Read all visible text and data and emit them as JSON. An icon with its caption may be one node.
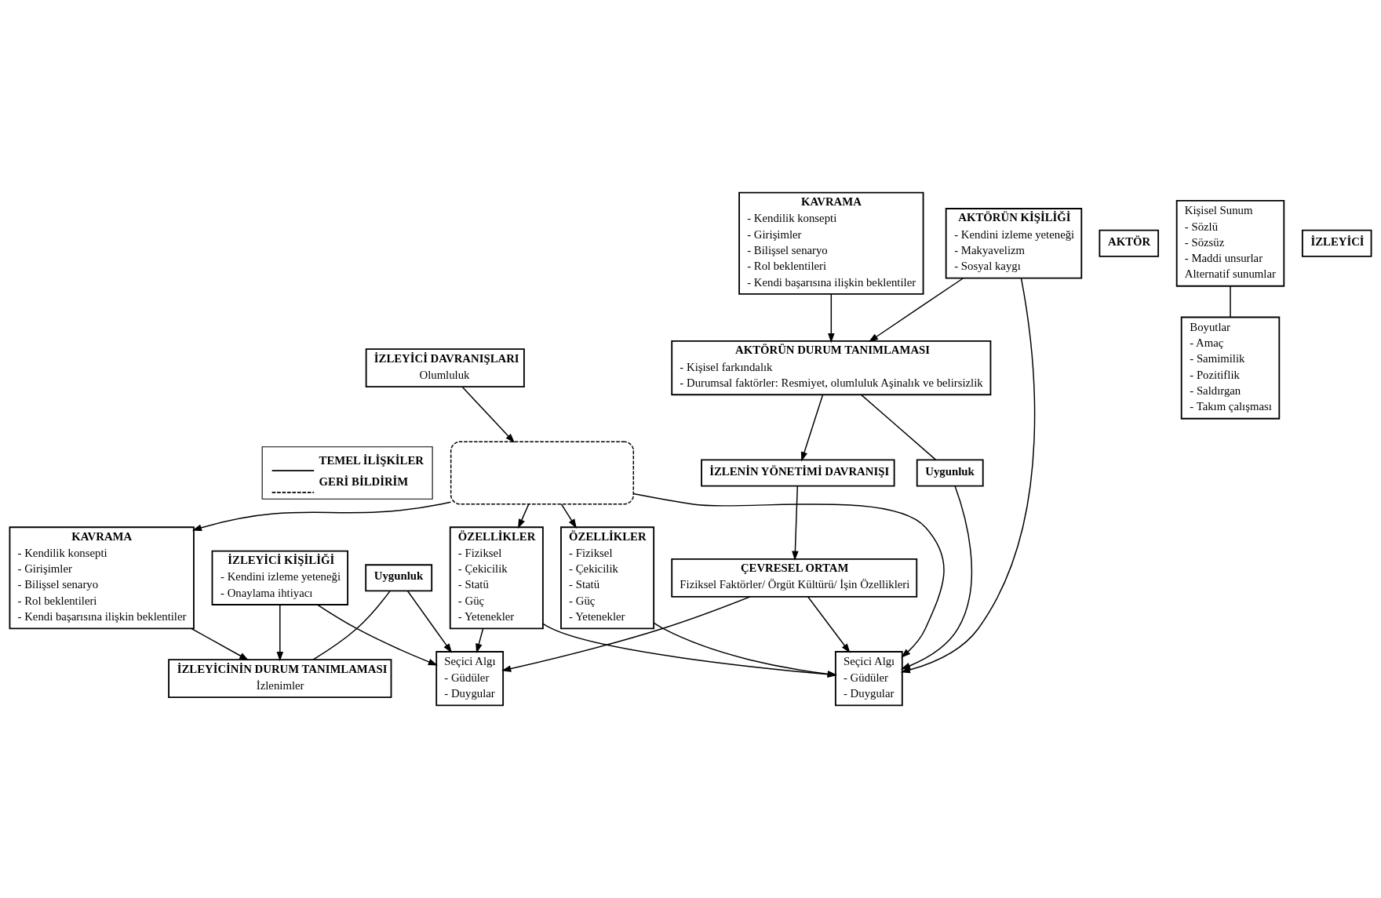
{
  "diagram": {
    "nodes": [
      {
        "text": [
          "ÇEVRESEL ORTAM",
          "Fiziksel Faktörler/ Örgüt Kültürü/ İşin Özellikleri"
        ]
      },
      {
        "text": [],
        "shape": "box"
      },
      {
        "text": [
          "ÖZELLİKLER",
          "- Fiziksel",
          "- Çekicilik",
          "- Statü",
          "- Güç",
          "- Yetenekler"
        ]
      },
      {
        "text": [
          "AKTÖR"
        ]
      },
      {
        "text": [
          "KAVRAMA",
          "- Kendilik konsepti",
          "- Girişimler",
          "- Bilişsel senaryo",
          "- Rol beklentileri",
          "- Kendi başarısına ilişkin beklentiler"
        ]
      },
      {
        "text": [
          "Seçici Algı",
          "- Güdüler",
          "- Duygular"
        ]
      },
      {
        "text": [
          "AKTÖRÜN KİŞİLİĞİ",
          "- Kendini izleme yeteneği",
          "- Makyavelizm",
          "- Sosyal kaygı"
        ]
      },
      {
        "text": [
          "İZLENİN YÖNETİMİ DAVRANIŞI"
        ]
      },
      {
        "text": [
          "Kişisel Sunum",
          "- Sözlü",
          "- Sözsüz",
          "- Maddi unsurlar",
          "Alternatif sunumlar"
        ]
      },
      {
        "text": [
          "Boyutlar",
          "- Amaç",
          "- Samimilik",
          "- Pozitiflik",
          "- Saldırgan",
          "- Takım çalışması"
        ]
      },
      {
        "text": [
          "AKTÖRÜN DURUM TANIMLAMASI",
          "- Kişisel farkındalık",
          "- Durumsal faktörler: Resmiyet, olumluluk Aşinalık ve belirsizlik"
        ]
      },
      {
        "text": [
          "Uygunluk"
        ]
      },
      {
        "text": [
          "İZLEYİCİ KİŞİLİĞİ",
          "- Kendini izleme yeteneği",
          "- Onaylama ihtiyacı"
        ]
      },
      {
        "text": [
          "Seçici Algı",
          "- Güdüler",
          "- Duygular"
        ]
      },
      {
        "text": [
          "KAVRAMA",
          "- Kendilik konsepti",
          "- Girişimler",
          "- Bilişsel senaryo",
          "- Rol beklentileri",
          "- Kendi başarısına ilişkin beklentiler"
        ]
      },
      {
        "text": [
          "İZLEYİCİNİN DURUM TANIMLAMASI",
          "İzlenimler"
        ]
      },
      {
        "text": [
          "Uygunluk"
        ]
      },
      {
        "text": [
          "İZLEYİCİ"
        ]
      },
      {
        "text": [
          "ÖZELLİKLER",
          "- Fiziksel",
          "- Çekicilik",
          "- Statü",
          "- Güç",
          "- Yetenekler"
        ]
      },
      {
        "text": [
          "İZLEYİCİ DAVRANIŞLARI",
          "Olumluluk"
        ]
      }
    ],
    "edges": [
      {
        "from": 0,
        "to": 5,
        "arrow": "to"
      },
      {
        "from": 0,
        "to": 13,
        "arrow": "to"
      },
      {
        "from": 7,
        "to": 0,
        "arrow": "to"
      },
      {
        "from": 1,
        "to": 2,
        "arrow": "to"
      },
      {
        "from": 2,
        "to": 13,
        "arrow": "to"
      },
      {
        "from": 2,
        "to": 5,
        "arrow": "to"
      },
      {
        "from": 1,
        "to": 5,
        "arrow": "to"
      },
      {
        "from": 4,
        "to": 10,
        "arrow": "to"
      },
      {
        "from": 6,
        "to": 10,
        "arrow": "to"
      },
      {
        "from": 6,
        "to": 5,
        "arrow": "to"
      },
      {
        "from": 16,
        "to": 5,
        "arrow": "to"
      },
      {
        "from": 10,
        "to": 7,
        "arrow": "to"
      },
      {
        "from": 8,
        "to": 9,
        "arrow": "none"
      },
      {
        "from": 10,
        "to": 16,
        "arrow": "none"
      },
      {
        "from": 11,
        "to": 15,
        "arrow": "none"
      },
      {
        "from": 11,
        "to": 13,
        "arrow": "to"
      },
      {
        "from": 12,
        "to": 13,
        "arrow": "to"
      },
      {
        "from": 14,
        "to": 15,
        "arrow": "to"
      },
      {
        "from": 12,
        "to": 15,
        "arrow": "to"
      },
      {
        "from": 1,
        "to": 14,
        "arrow": "to"
      },
      {
        "from": 18,
        "to": 5,
        "arrow": "to"
      },
      {
        "from": 1,
        "to": 18,
        "arrow": "to"
      },
      {
        "from": 19,
        "to": 1,
        "arrow": "to"
      }
    ],
    "legend": [
      {
        "text": "TEMEL İLİŞKİLER"
      },
      {
        "text": "GERİ BİLDİRİM"
      }
    ]
  }
}
